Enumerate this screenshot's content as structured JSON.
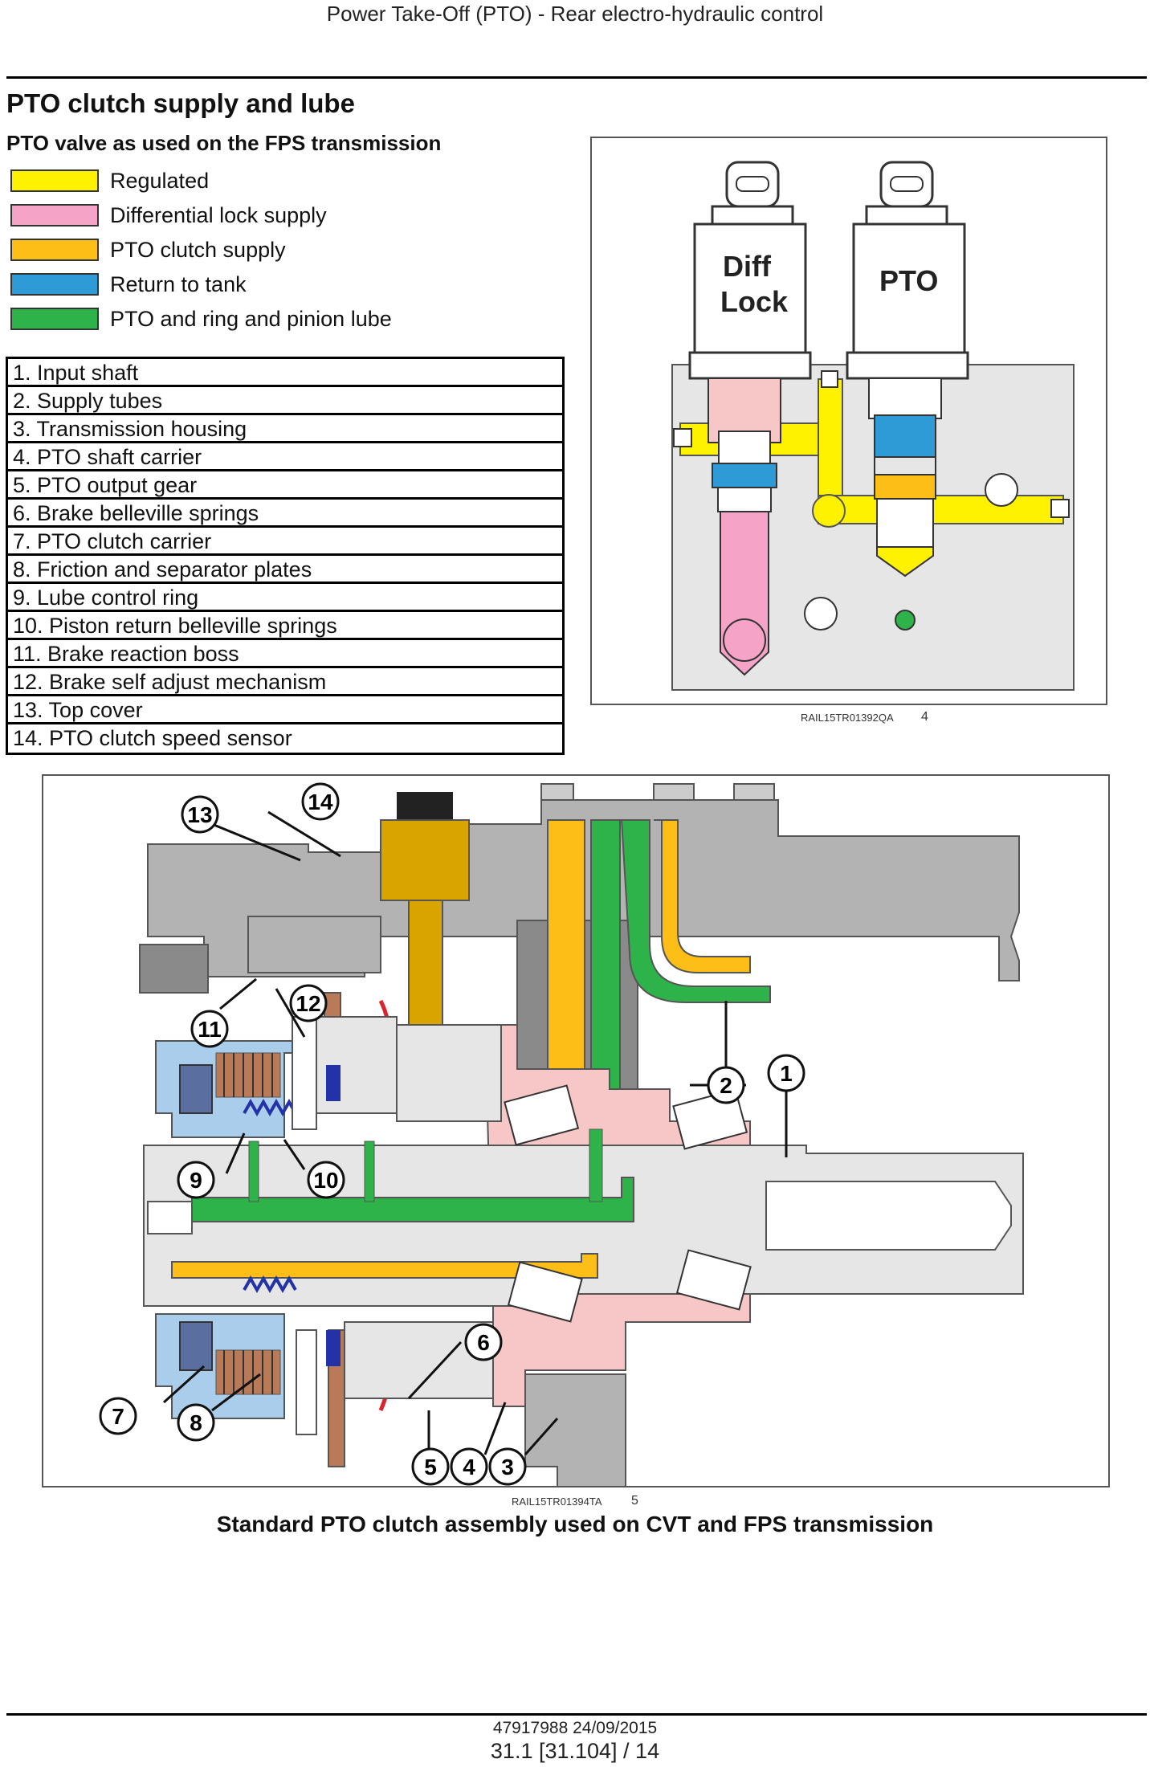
{
  "header": {
    "title": "Power Take-Off (PTO) - Rear electro-hydraulic control"
  },
  "section": {
    "title": "PTO clutch supply and lube",
    "subtitle": "PTO valve as used on the FPS transmission"
  },
  "legend": [
    {
      "label": "Regulated",
      "color": "#FFF200"
    },
    {
      "label": "Differential lock supply",
      "color": "#F5A3C7"
    },
    {
      "label": "PTO clutch supply",
      "color": "#FDBF17"
    },
    {
      "label": "Return to tank",
      "color": "#2E9BD6"
    },
    {
      "label": "PTO and ring and pinion lube",
      "color": "#2DB34A"
    }
  ],
  "parts": [
    "1.  Input shaft",
    "2.  Supply tubes",
    "3.  Transmission housing",
    "4.  PTO shaft carrier",
    "5.  PTO output gear",
    "6.  Brake belleville springs",
    "7.  PTO clutch carrier",
    "8.  Friction and separator plates",
    "9.  Lube control ring",
    "10.  Piston return belleville springs",
    "11.  Brake reaction boss",
    "12.  Brake self adjust mechanism",
    "13.  Top cover",
    "14.  PTO clutch speed sensor"
  ],
  "figure4": {
    "solenoid_left": [
      "Diff",
      "Lock"
    ],
    "solenoid_right": "PTO",
    "ref_code": "RAIL15TR01392QA",
    "ref_number": "4"
  },
  "figure5": {
    "callouts": [
      "13",
      "14",
      "12",
      "11",
      "2",
      "1",
      "9",
      "10",
      "6",
      "7",
      "8",
      "5",
      "4",
      "3"
    ],
    "ref_code": "RAIL15TR01394TA",
    "ref_number": "5",
    "caption": "Standard PTO clutch assembly used on CVT and FPS transmission"
  },
  "colors": {
    "grey": "#B3B3B3",
    "dark_grey": "#8A8A8A",
    "light_grey": "#E6E6E6",
    "pink": "#F7C6C6",
    "light_blue": "#A9CDEB",
    "spring_blue": "#2432A8",
    "bronze": "#B87A57",
    "red": "#D9232E"
  },
  "footer": {
    "doc": "47917988 24/09/2015",
    "page": "31.1 [31.104] / 14"
  }
}
